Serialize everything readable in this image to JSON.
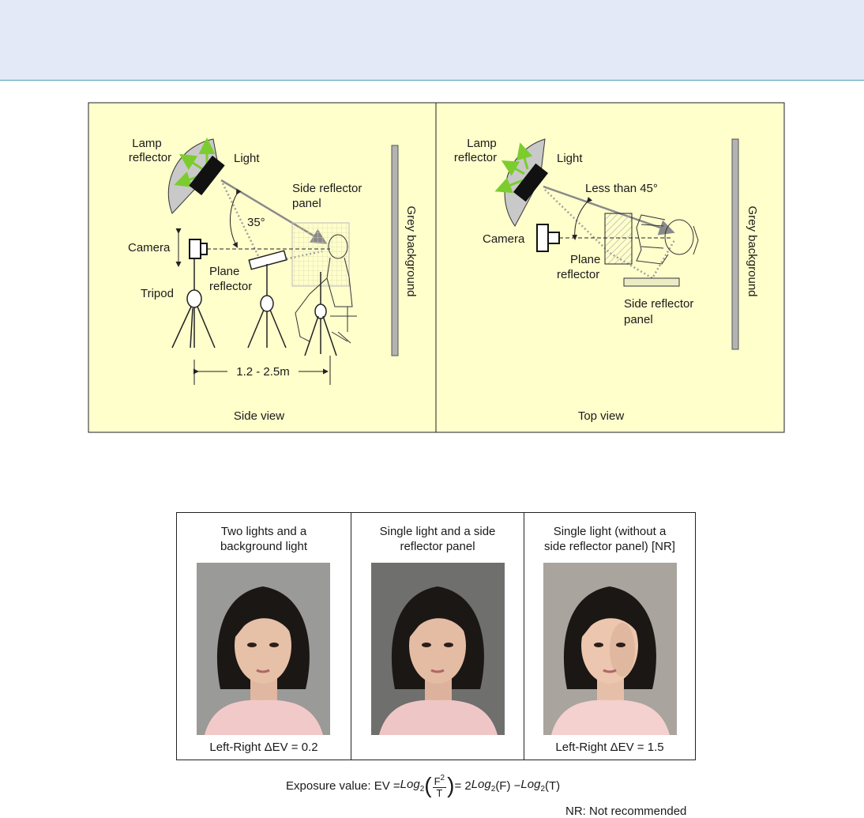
{
  "setup_diagram": {
    "side_view": {
      "caption": "Side view",
      "labels": {
        "lamp_reflector_line1": "Lamp",
        "lamp_reflector_line2": "reflector",
        "light": "Light",
        "side_reflector_line1": "Side reflector",
        "side_reflector_line2": "panel",
        "angle": "35°",
        "camera": "Camera",
        "plane_reflector_line1": "Plane",
        "plane_reflector_line2": "reflector",
        "tripod": "Tripod",
        "distance": "1.2 - 2.5m",
        "grey_background": "Grey background"
      }
    },
    "top_view": {
      "caption": "Top view",
      "labels": {
        "lamp_reflector_line1": "Lamp",
        "lamp_reflector_line2": "reflector",
        "light": "Light",
        "angle": "Less than 45°",
        "camera": "Camera",
        "plane_reflector_line1": "Plane",
        "plane_reflector_line2": "reflector",
        "side_reflector_line1": "Side reflector",
        "side_reflector_line2": "panel",
        "grey_background": "Grey background"
      }
    },
    "colors": {
      "panel_bg": "#ffffcc",
      "lamp_grey": "#c9c9c9",
      "light_arrow_green": "#7ccc2e",
      "beam_grey": "#8a8a8a",
      "background_bar": "#b3b3b3"
    }
  },
  "lighting_comparison": {
    "columns": [
      {
        "title": "Two lights and a\nbackground light",
        "caption": "Left-Right ΔEV = 0.2",
        "photo_bg": "#9a9a98"
      },
      {
        "title": "Single light and a side\nreflector panel",
        "caption": "",
        "photo_bg": "#6f6f6d"
      },
      {
        "title": "Single light (without a\nside reflector panel) [NR]",
        "caption": "Left-Right ΔEV = 1.5",
        "photo_bg": "#a9a49d"
      }
    ]
  },
  "formula": {
    "prefix": "Exposure value: EV = ",
    "log": "Log",
    "sub2": "2",
    "frac_num": "F",
    "frac_num_sup": "2",
    "frac_den": "T",
    "middle": " = 2",
    "f_arg": "(F) − ",
    "t_arg": "(T)"
  },
  "note": "NR: Not recommended"
}
